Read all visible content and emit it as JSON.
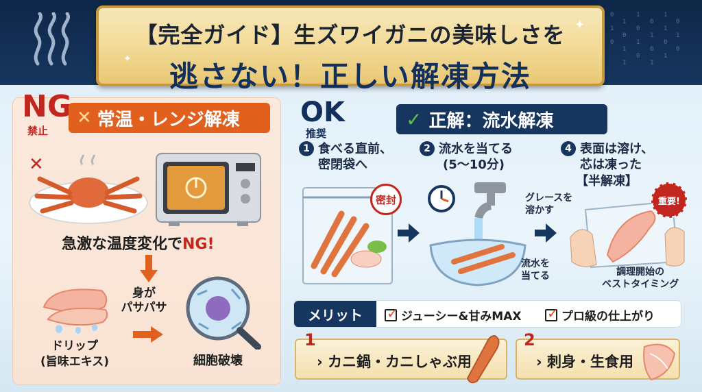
{
  "title": {
    "line1": "【完全ガイド】生ズワイガニの美味しさを",
    "line2": "逃さない！正しい解凍方法"
  },
  "ng": {
    "badge": "NG",
    "badge_sub": "禁止",
    "header": "常温・レンジ解凍",
    "header_mark": "✕",
    "warning_pre": "急激な温度変化で",
    "warning_ng": "NG!",
    "drip_label_1": "ドリップ",
    "drip_label_2": "(旨味エキス)",
    "pasa_label_1": "身が",
    "pasa_label_2": "パサパサ",
    "cell_label": "細胞破壊"
  },
  "ok": {
    "badge": "OK",
    "badge_sub": "推奨",
    "header": "正解：流水解凍",
    "header_mark": "✓",
    "steps": [
      {
        "num": "1",
        "line1": "食べる直前、",
        "line2": "密閉袋へ"
      },
      {
        "num": "2",
        "line1": "流水を当てる",
        "line2": "(5〜10分)"
      },
      {
        "num": "4",
        "line1": "表面は溶け、",
        "line2": "芯は凍った",
        "line3": "【半解凍】"
      }
    ],
    "seal_stamp": "密封",
    "glaze_note_1": "グレースを",
    "glaze_note_2": "溶かす",
    "water_note_1": "流水を",
    "water_note_2": "当てる",
    "important_stamp": "重要!",
    "timing_note_1": "調理開始の",
    "timing_note_2": "ベストタイミング"
  },
  "merit": {
    "label": "メリット",
    "items": [
      "ジューシー&甘みMAX",
      "プロ級の仕上がり"
    ]
  },
  "uses": [
    {
      "num": "1",
      "label": "カニ鍋・カニしゃぶ用"
    },
    {
      "num": "2",
      "label": "刺身・生食用"
    }
  ],
  "colors": {
    "navy": "#17365f",
    "ng_orange": "#e1601e",
    "ng_red": "#c3261f",
    "gold": "#e8c874",
    "ok_green": "#63c14a"
  },
  "icons": [
    "steam-icon",
    "microwave-icon",
    "crab-icon",
    "clock-icon",
    "faucet-icon",
    "magnifier-icon",
    "arrow-right-icon"
  ]
}
